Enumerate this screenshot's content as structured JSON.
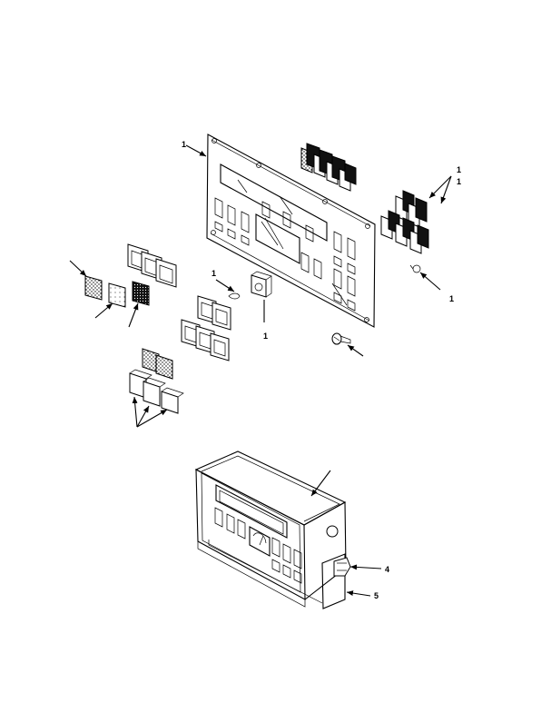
{
  "figure": {
    "callouts": {
      "c_panel": "1",
      "c_swR": "1",
      "c_swR2": "1",
      "c_knob": "1",
      "c_knob_lbl": "1",
      "c_pin": "1",
      "c_4": "4",
      "c_5": "5"
    }
  }
}
